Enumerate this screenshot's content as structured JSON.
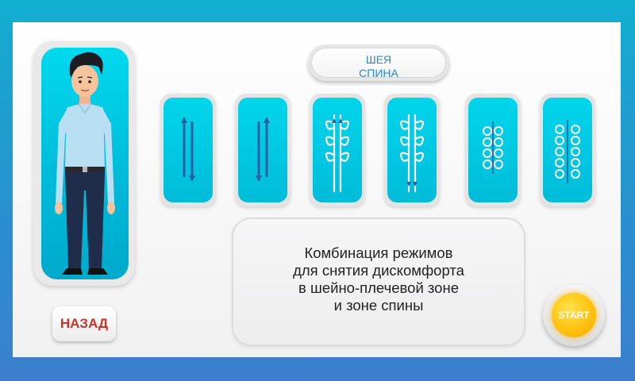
{
  "zone_selector": {
    "line1": "ШЕЯ",
    "line2": "СПИНА"
  },
  "modes": [
    {
      "icon": "double-arrow-up-down-icon"
    },
    {
      "icon": "double-arrow-down-up-icon"
    },
    {
      "icon": "spine-massage-pattern-icon"
    },
    {
      "icon": "spine-massage-pattern-icon"
    },
    {
      "icon": "spiral-massage-pattern-small-icon"
    },
    {
      "icon": "spiral-massage-pattern-large-icon"
    }
  ],
  "description": {
    "lines": [
      "Комбинация режимов",
      "для снятия дискомфорта",
      "в шейно-плечевой зоне",
      "и зоне спины"
    ]
  },
  "back_button": {
    "label": "НАЗАД"
  },
  "start_button": {
    "label": "START"
  },
  "colors": {
    "accent_cyan": "#00c6e0",
    "zone_text": "#2c87c9",
    "back_text": "#c8342c",
    "start_yellow": "#ffc20e"
  }
}
